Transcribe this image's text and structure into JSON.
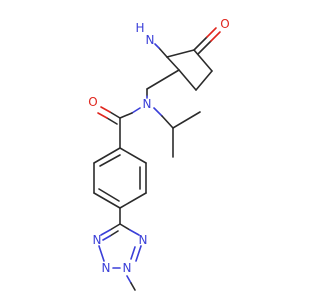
{
  "atoms": {
    "ring_nh": "H",
    "ring_n": "N",
    "ring_o": "O",
    "amide_o": "O",
    "amide_n": "N",
    "tz_n1": "N",
    "tz_n2": "N",
    "tz_n3": "N",
    "tz_n4": "N"
  },
  "colors": {
    "bond": "#2b2b2b",
    "nitrogen": "#3a3fd8",
    "oxygen": "#e0261e"
  }
}
